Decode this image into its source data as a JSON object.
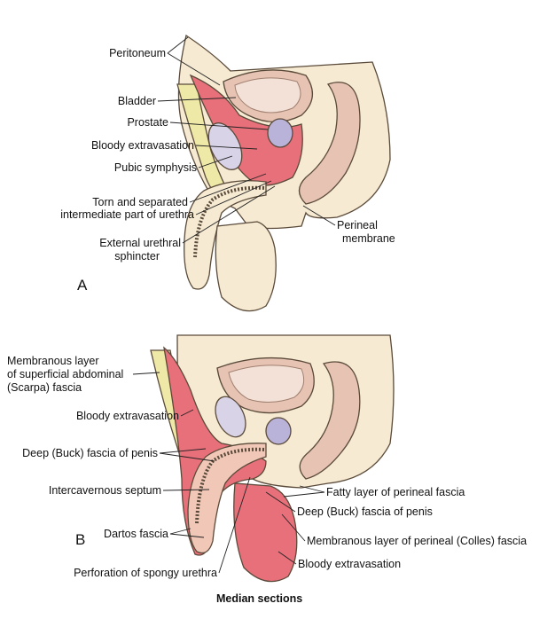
{
  "panel_a": {
    "letter": "A",
    "labels": {
      "peritoneum": "Peritoneum",
      "bladder": "Bladder",
      "prostate": "Prostate",
      "bloody_extravasation": "Bloody extravasation",
      "pubic_symphysis": "Pubic symphysis",
      "torn_urethra_1": "Torn and separated",
      "torn_urethra_2": "intermediate part of urethra",
      "external_sphincter_1": "External urethral",
      "external_sphincter_2": "sphincter",
      "perineal_membrane_1": "Perineal",
      "perineal_membrane_2": "membrane"
    }
  },
  "panel_b": {
    "letter": "B",
    "labels": {
      "membranous_layer_1": "Membranous layer",
      "membranous_layer_2": "of superficial abdominal",
      "membranous_layer_3": "(Scarpa) fascia",
      "bloody_extravasation": "Bloody extravasation",
      "deep_buck_fascia_left": "Deep (Buck) fascia of penis",
      "intercavernous_septum": "Intercavernous septum",
      "dartos_fascia": "Dartos fascia",
      "perforation": "Perforation of spongy urethra",
      "fatty_layer": "Fatty layer of perineal fascia",
      "deep_buck_fascia_right": "Deep (Buck) fascia of penis",
      "colles_fascia": "Membranous layer of perineal (Colles) fascia",
      "bloody_extravasation_scrotum": "Bloody extravasation"
    }
  },
  "caption": "Median sections",
  "colors": {
    "blood": "#e8707a",
    "blood_dark": "#d94f5c",
    "bladder_wall": "#e7c3b3",
    "bone": "#d9d3e8",
    "fat": "#efe9a8",
    "skin": "#f6ead2",
    "prostate": "#b9b2d9"
  }
}
